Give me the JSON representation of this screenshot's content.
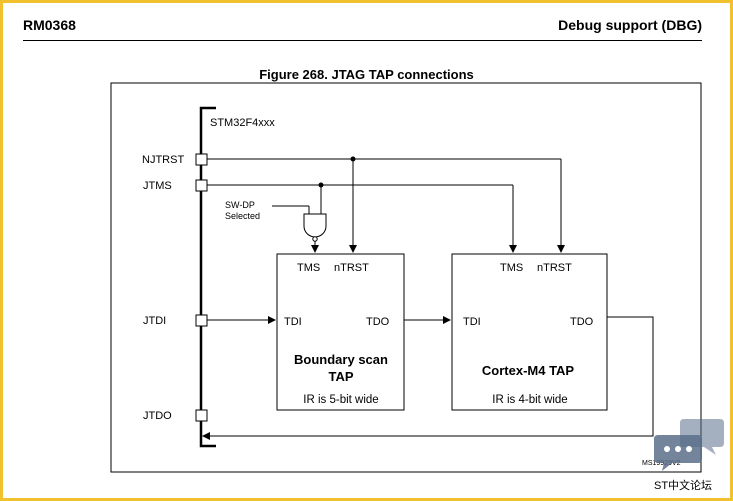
{
  "header": {
    "doc_id": "RM0368",
    "section": "Debug support (DBG)"
  },
  "figure": {
    "title": "Figure 268. JTAG TAP connections",
    "device_label": "STM32F4xxx",
    "pins": {
      "njtrst": "NJTRST",
      "jtms": "JTMS",
      "jtdi": "JTDI",
      "jtdo": "JTDO"
    },
    "swdp_line1": "SW-DP",
    "swdp_line2": "Selected",
    "boundary_tap": {
      "tms": "TMS",
      "ntrst": "nTRST",
      "tdi": "TDI",
      "tdo": "TDO",
      "name_line1": "Boundary scan",
      "name_line2": "TAP",
      "ir": "IR is 5-bit wide"
    },
    "cortex_tap": {
      "tms": "TMS",
      "ntrst": "nTRST",
      "tdi": "TDI",
      "tdo": "TDO",
      "name": "Cortex-M4 TAP",
      "ir": "IR is 4-bit wide"
    },
    "ref_code": "MS19929V2"
  },
  "watermark": {
    "text": "ST中文论坛"
  },
  "colors": {
    "frame_border": "#f2c12e",
    "watermark": "#5a6e8a"
  }
}
